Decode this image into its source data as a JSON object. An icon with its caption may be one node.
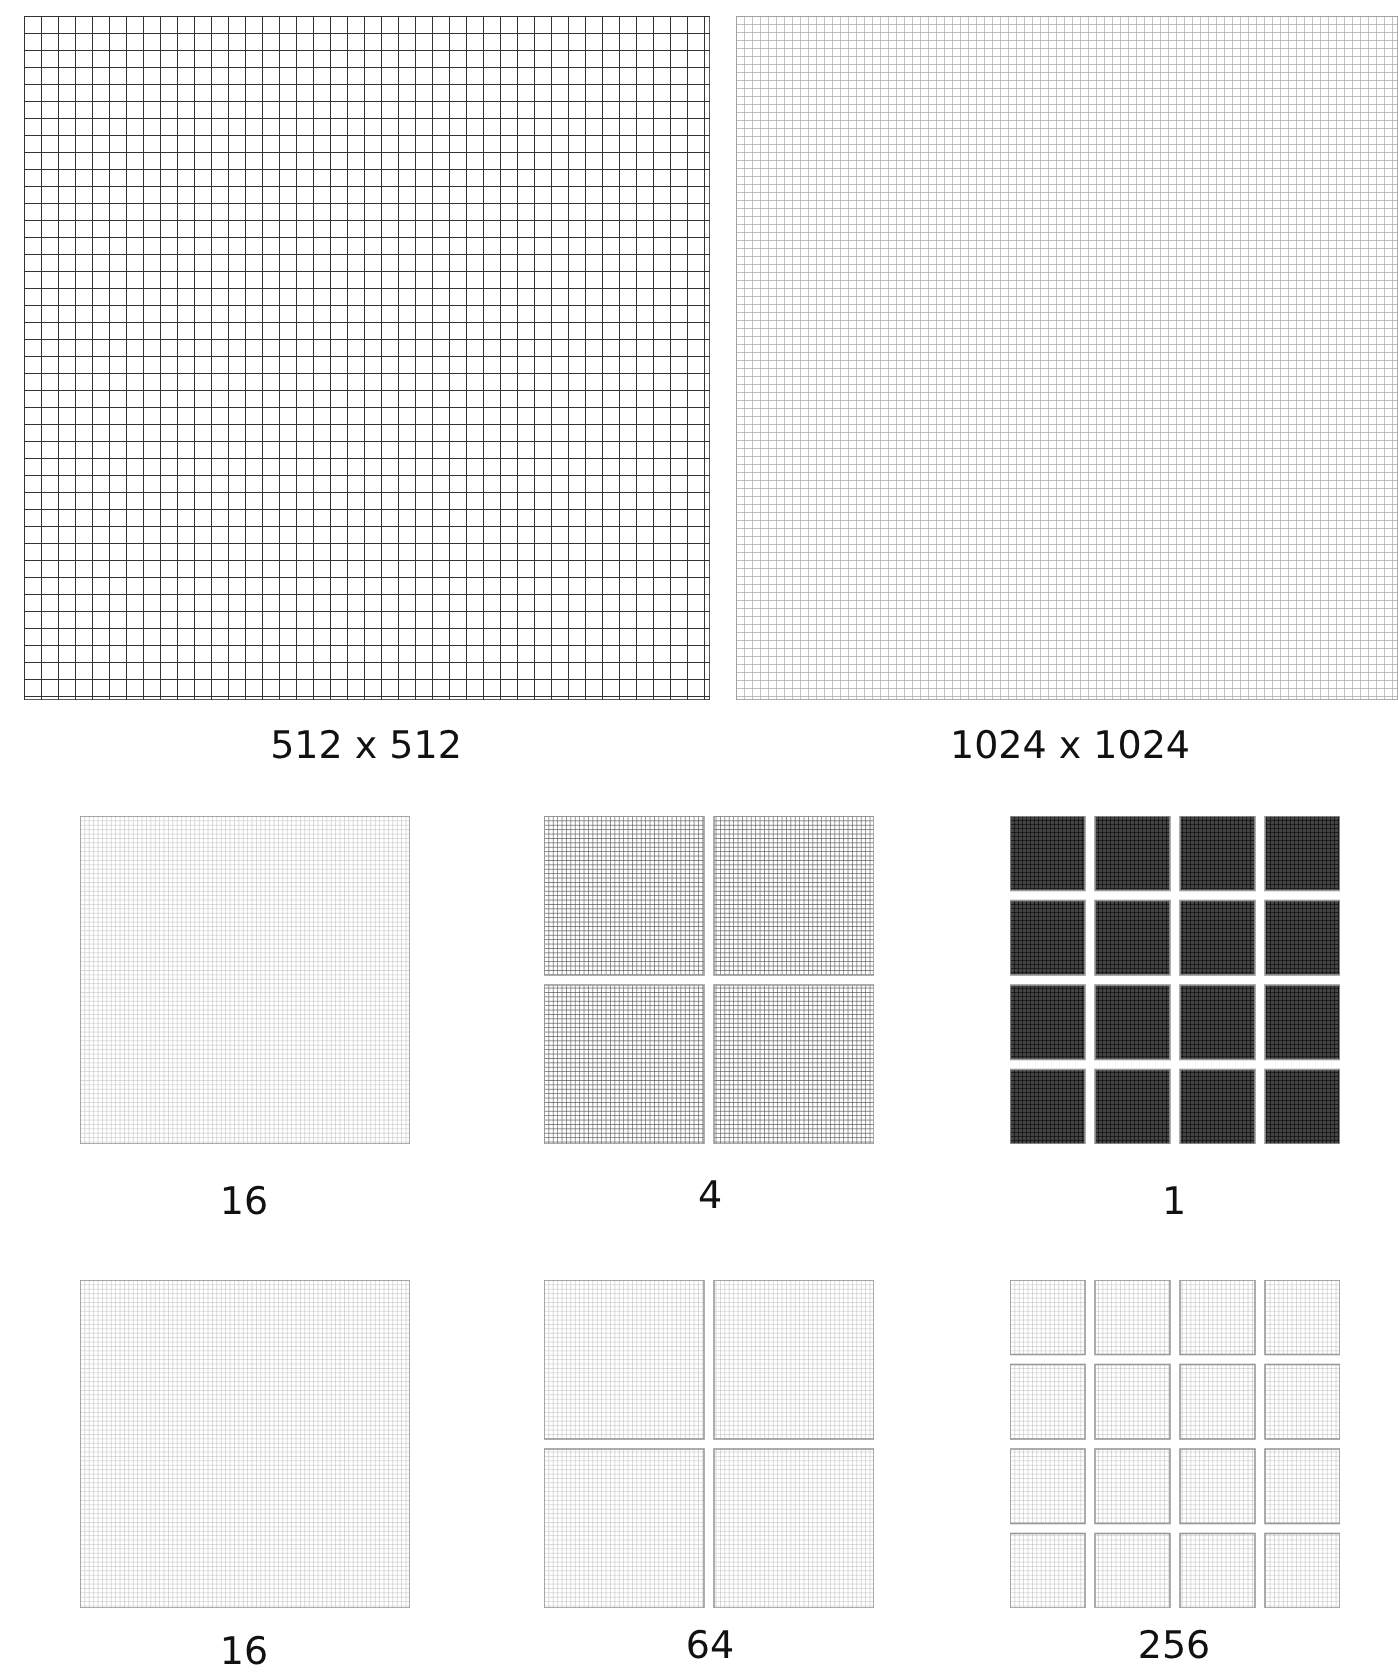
{
  "diagram": {
    "labels": [
      "512 x 512",
      "1024 x 1024",
      "16",
      "4",
      "1",
      "16",
      "64",
      "256"
    ]
  }
}
